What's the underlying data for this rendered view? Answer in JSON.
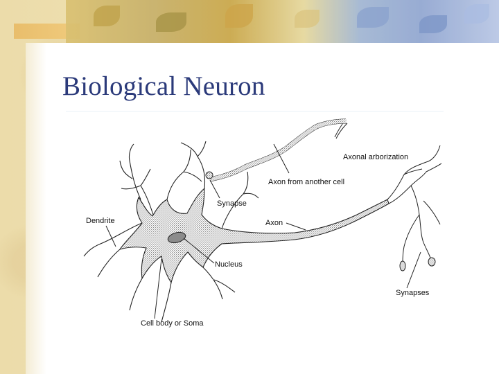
{
  "slide": {
    "title": "Biological Neuron"
  },
  "diagram": {
    "labels": {
      "axonal_arborization": "Axonal arborization",
      "axon_from_another_cell": "Axon from another cell",
      "synapse": "Synapse",
      "dendrite": "Dendrite",
      "axon": "Axon",
      "nucleus": "Nucleus",
      "synapses": "Synapses",
      "cell_body": "Cell body or Soma"
    }
  },
  "colors": {
    "title": "#2b3a7a",
    "background": "#f2e6bf",
    "panel": "#ffffff"
  }
}
